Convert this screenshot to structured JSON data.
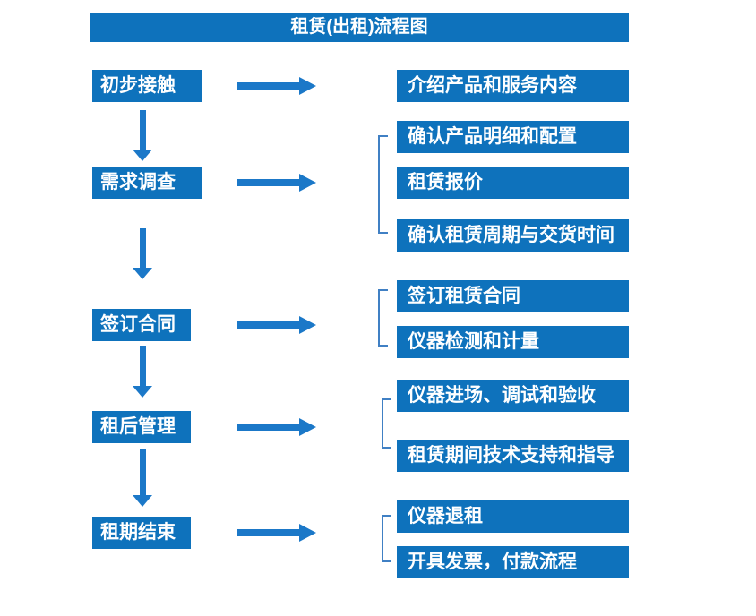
{
  "title": "租赁(出租)流程图",
  "colors": {
    "box_blue": "#0e72bc",
    "arrow_blue": "#1b78c8",
    "bracket_blue": "#4080c4",
    "text_white": "#ffffff"
  },
  "steps": [
    {
      "label": "初步接触"
    },
    {
      "label": "需求调查"
    },
    {
      "label": "签订合同"
    },
    {
      "label": "租后管理"
    },
    {
      "label": "租期结束"
    }
  ],
  "details": [
    {
      "for_step": "初步接触",
      "items": [
        "介绍产品和服务内容"
      ]
    },
    {
      "for_step": "需求调查",
      "items": [
        "确认产品明细和配置",
        "租赁报价",
        "确认租赁周期与交货时间"
      ]
    },
    {
      "for_step": "签订合同",
      "items": [
        "签订租赁合同",
        "仪器检测和计量"
      ]
    },
    {
      "for_step": "租后管理",
      "items": [
        "仪器进场、调试和验收",
        "租赁期间技术支持和指导"
      ]
    },
    {
      "for_step": "租期结束",
      "items": [
        "仪器退租",
        "开具发票，付款流程"
      ]
    }
  ]
}
